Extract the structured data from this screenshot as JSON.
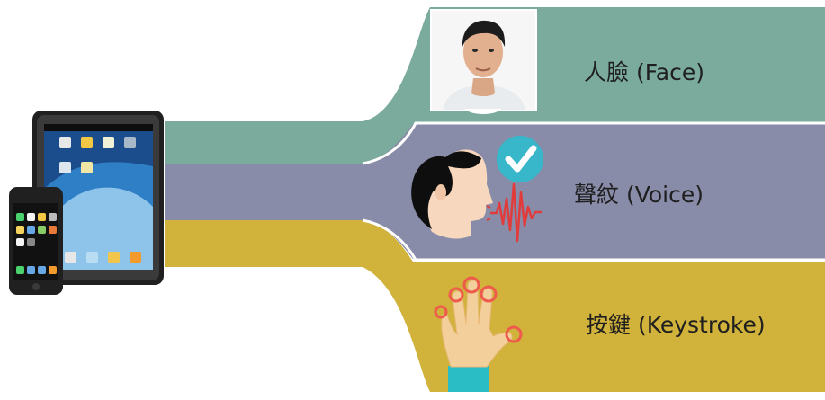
{
  "colors": {
    "face_band": "#7aab9c",
    "voice_band": "#888ca8",
    "keystroke_band": "#d1b23a",
    "checkmark": "#37b7c9",
    "voice_wave": "#e23b3b",
    "finger_ring": "#ee5a4c",
    "cuff": "#2bbdc6",
    "skin": "#f3cf9b"
  },
  "icons": [
    "devices-icon",
    "face-photo",
    "voice-speaker-icon",
    "check-icon",
    "soundwave-icon",
    "hand-keystroke-icon"
  ],
  "rows": [
    {
      "key": "face",
      "label": "人臉 (Face)"
    },
    {
      "key": "voice",
      "label": "聲紋 (Voice)"
    },
    {
      "key": "keystroke",
      "label": "按鍵 (Keystroke)"
    }
  ]
}
